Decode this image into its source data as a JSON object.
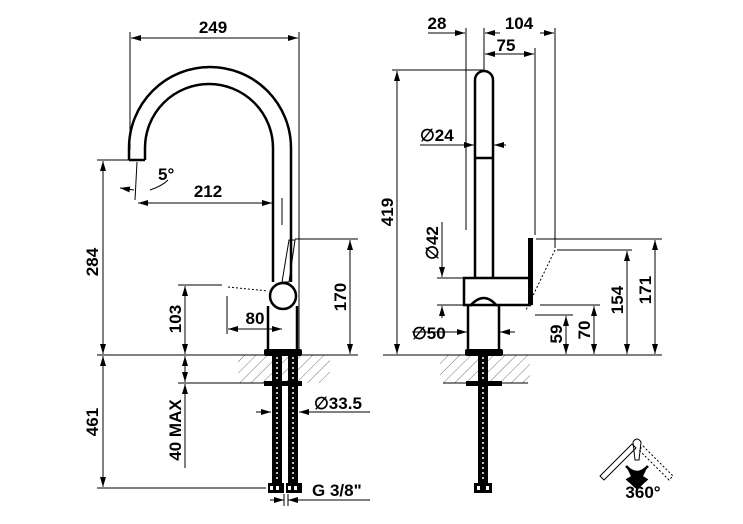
{
  "side_view": {
    "width_overall": "249",
    "spout_height": "284",
    "spout_reach": "212",
    "spout_angle": "5°",
    "lever_height_top": "170",
    "lever_height": "103",
    "lever_reach": "80",
    "below_counter": "461",
    "counter_thickness": "40 MAX",
    "shank_diameter": "∅33.5",
    "hose_connection": "G 3/8\""
  },
  "front_view": {
    "offset_a": "28",
    "offset_b": "104",
    "offset_c": "75",
    "total_height": "419",
    "spout_diameter": "∅24",
    "body_diameter": "∅42",
    "base_diameter": "∅50",
    "h59": "59",
    "h70": "70",
    "h154": "154",
    "h171": "171"
  },
  "rotation": {
    "label": "360°"
  }
}
